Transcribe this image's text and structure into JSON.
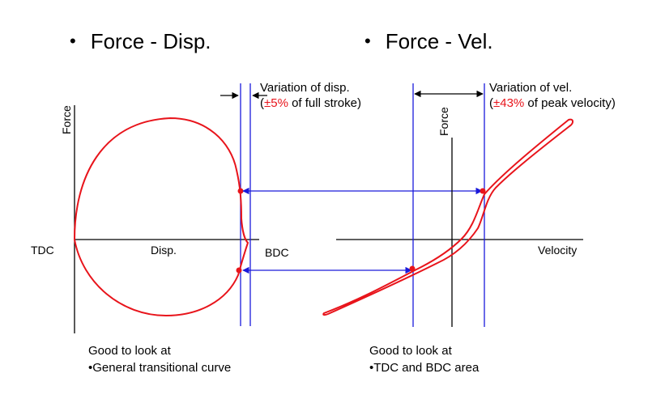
{
  "left": {
    "heading_bullet": "•",
    "heading": "Force - Disp.",
    "y_label": "Force",
    "x_label": "Disp.",
    "tdc_label": "TDC",
    "bdc_label": "BDC",
    "annotation_line1": "Variation of disp.",
    "annotation_open": "(",
    "annotation_highlight": "±5%",
    "annotation_rest": " of full stroke)",
    "note_line1": "Good to look at",
    "note_line2": "•General transitional curve"
  },
  "right": {
    "heading_bullet": "•",
    "heading": "Force - Vel.",
    "y_label": "Force",
    "x_label": "Velocity",
    "annotation_line1": "Variation of vel.",
    "annotation_open": "(",
    "annotation_highlight": "±43%",
    "annotation_rest": " of peak velocity)",
    "note_line1": "Good to look at",
    "note_line2": "•TDC and BDC area"
  },
  "colors": {
    "curve": "#e8141b",
    "guide": "#1a1adb",
    "axis": "#000000",
    "highlight": "#e8141b"
  }
}
